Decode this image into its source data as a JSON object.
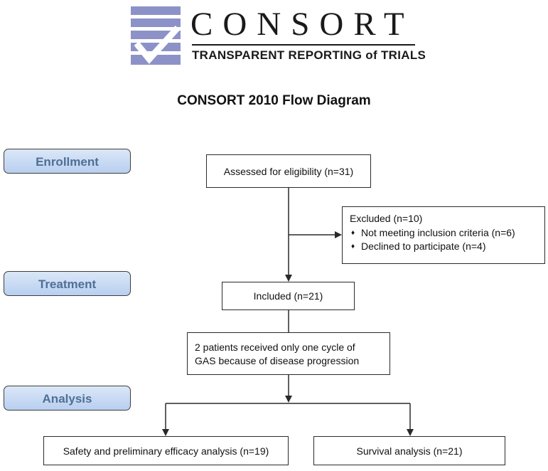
{
  "logo": {
    "wordmark": "CONSORT",
    "tagline": "TRANSPARENT REPORTING of TRIALS",
    "brand_color": "#8c92c8"
  },
  "title": "CONSORT 2010 Flow Diagram",
  "stages": {
    "enrollment": "Enrollment",
    "treatment": "Treatment",
    "analysis": "Analysis"
  },
  "boxes": {
    "assessed": "Assessed for eligibility (n=31)",
    "excluded": {
      "heading": "Excluded (n=10)",
      "bullet_glyph": "♦",
      "items": [
        "Not meeting inclusion criteria (n=6)",
        "Declined to participate (n=4)"
      ]
    },
    "included": "Included (n=21)",
    "cycle_note": {
      "line1": "2 patients received only one cycle of",
      "line2": "GAS because of disease progression"
    },
    "safety": "Safety and preliminary efficacy analysis (n=19)",
    "survival": "Survival analysis (n=21)"
  },
  "colors": {
    "stage_fill": "#c8d9f3",
    "stage_text": "#4f6f95",
    "line": "#2a2a2a"
  }
}
